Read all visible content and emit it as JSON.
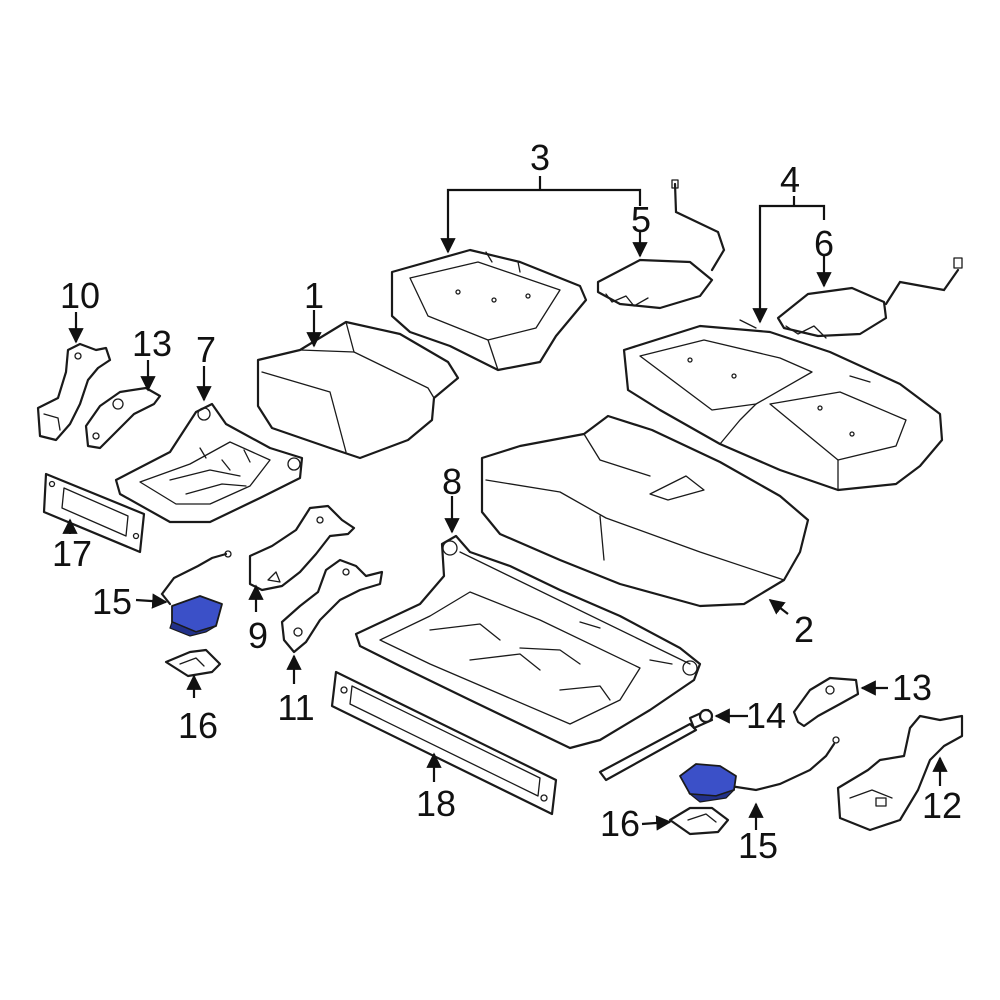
{
  "callouts": {
    "c1": "1",
    "c2": "2",
    "c3": "3",
    "c4": "4",
    "c5": "5",
    "c6": "6",
    "c7": "7",
    "c8": "8",
    "c9": "9",
    "c10": "10",
    "c11": "11",
    "c12": "12",
    "c13a": "13",
    "c13b": "13",
    "c14": "14",
    "c15a": "15",
    "c15b": "15",
    "c16a": "16",
    "c16b": "16",
    "c17": "17",
    "c18": "18"
  },
  "colors": {
    "highlight": "#3b50c8",
    "line": "#1a1a1a",
    "background": "#ffffff"
  }
}
